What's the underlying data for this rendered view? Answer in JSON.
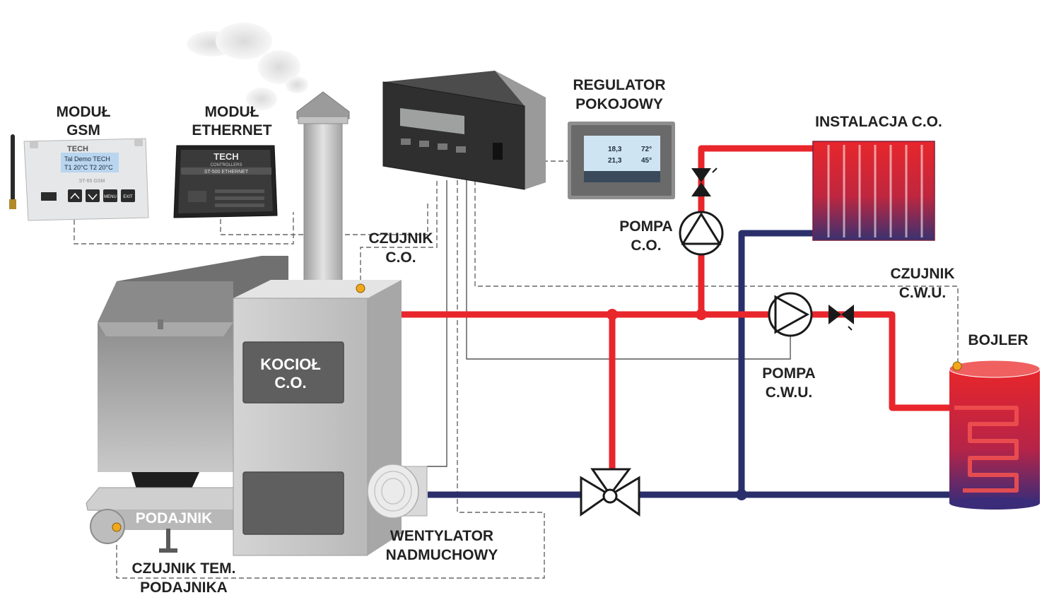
{
  "labels": {
    "gsm_module": [
      "MODUŁ",
      "GSM"
    ],
    "ethernet_module": [
      "MODUŁ",
      "ETHERNET"
    ],
    "room_regulator": [
      "REGULATOR",
      "POKOJOWY"
    ],
    "co_installation": "INSTALACJA C.O.",
    "co_sensor": [
      "CZUJNIK",
      "C.O."
    ],
    "co_pump": [
      "POMPA",
      "C.O."
    ],
    "cwu_sensor": [
      "CZUJNIK",
      "C.W.U."
    ],
    "boiler_tank": "BOJLER",
    "cwu_pump": [
      "POMPA",
      "C.W.U."
    ],
    "furnace": [
      "KOCIOŁ",
      "C.O."
    ],
    "feeder": "PODAJNIK",
    "fan": [
      "WENTYLATOR",
      "NADMUCHOWY"
    ],
    "feeder_sensor": [
      "CZUJNIK TEM.",
      "PODAJNIKA"
    ]
  },
  "devices": {
    "gsm": {
      "brand": "TECH",
      "display_line1": "Tal  Demo TECH",
      "display_line2": "T1 20°C  T2 20°C",
      "model": "ST-65 GSM",
      "menu_button": "MENU",
      "exit_button": "EXIT"
    },
    "ethernet": {
      "brand": "TECH",
      "brand_sub": "CONTROLLERS",
      "model": "ST-500 ETHERNET"
    },
    "room_panel": {
      "value1": "18,3",
      "value2": "72°",
      "value3": "21,3",
      "value4": "45°"
    }
  },
  "colors": {
    "hot_pipe": "#e8262b",
    "cold_pipe": "#2a2f6b",
    "sensor_dot": "#f2a81d",
    "furnace_body": "#c8c8c8"
  }
}
